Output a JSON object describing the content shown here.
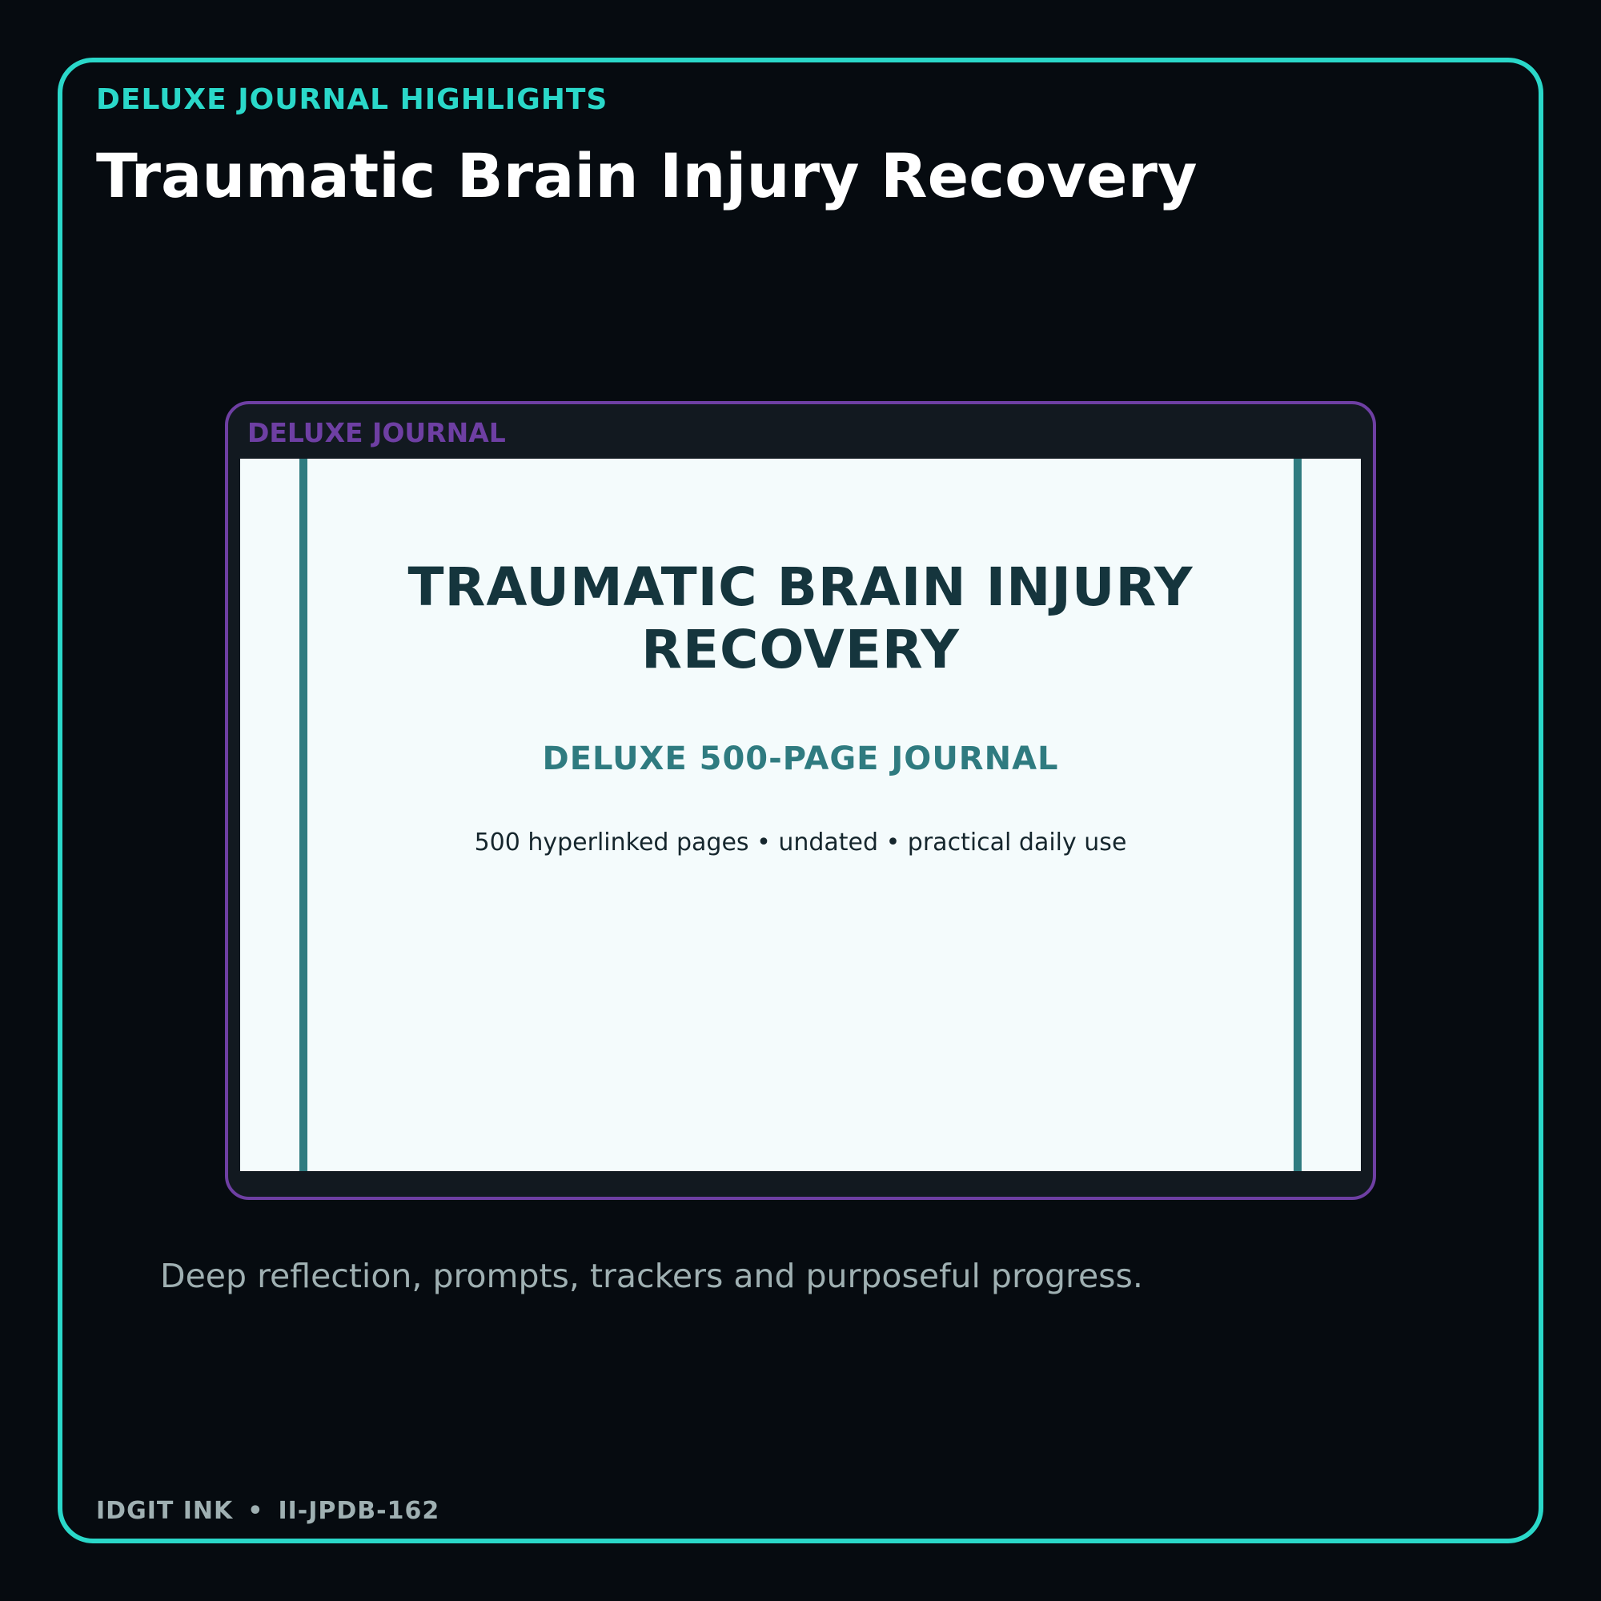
{
  "header": {
    "eyebrow": "DELUXE JOURNAL HIGHLIGHTS",
    "title": "Traumatic Brain Injury Recovery"
  },
  "preview": {
    "label": "DELUXE JOURNAL",
    "page": {
      "title": "TRAUMATIC BRAIN INJURY RECOVERY",
      "subtitle": "DELUXE 500-PAGE JOURNAL",
      "features": "500 hyperlinked pages • undated • practical daily use"
    }
  },
  "tagline": "Deep reflection, prompts, trackers and purposeful progress.",
  "footer": {
    "brand": "IDGIT INK",
    "separator": "•",
    "code": "II-JPDB-162"
  },
  "colors": {
    "background": "#060b10",
    "accent_teal": "#2ad8c9",
    "accent_purple": "#6e3fa3",
    "page_background": "#f4fbfc",
    "page_rule": "#2f7b80",
    "page_title": "#15353d",
    "muted_text": "#9fb0b2"
  }
}
